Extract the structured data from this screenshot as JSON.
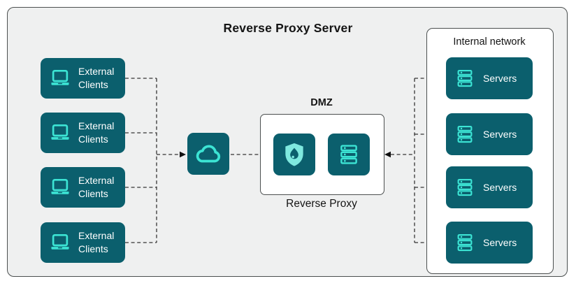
{
  "title": "Reverse Proxy Server",
  "colors": {
    "canvas-bg": "#eff0f0",
    "frame-border": "#4b4f4f",
    "node-teal": "#0b5f6d",
    "accent": "#3ce4d4",
    "shield-fill": "#7fe9df",
    "line": "#343434",
    "text-dark": "#141414",
    "text-light": "#ffffff",
    "panel-bg": "#ffffff"
  },
  "icons": {
    "clients": "laptop-icon",
    "internet": "cloud-icon",
    "firewall": "shield-flame-icon",
    "proxy": "server-stack-icon",
    "servers": "server-stack-icon"
  },
  "external_clients": [
    {
      "label": "External Clients"
    },
    {
      "label": "External Clients"
    },
    {
      "label": "External Clients"
    },
    {
      "label": "External Clients"
    }
  ],
  "dmz": {
    "label": "DMZ",
    "caption": "Reverse Proxy"
  },
  "internal_network": {
    "label": "Internal network",
    "servers": [
      {
        "label": "Servers"
      },
      {
        "label": "Servers"
      },
      {
        "label": "Servers"
      },
      {
        "label": "Servers"
      }
    ]
  }
}
